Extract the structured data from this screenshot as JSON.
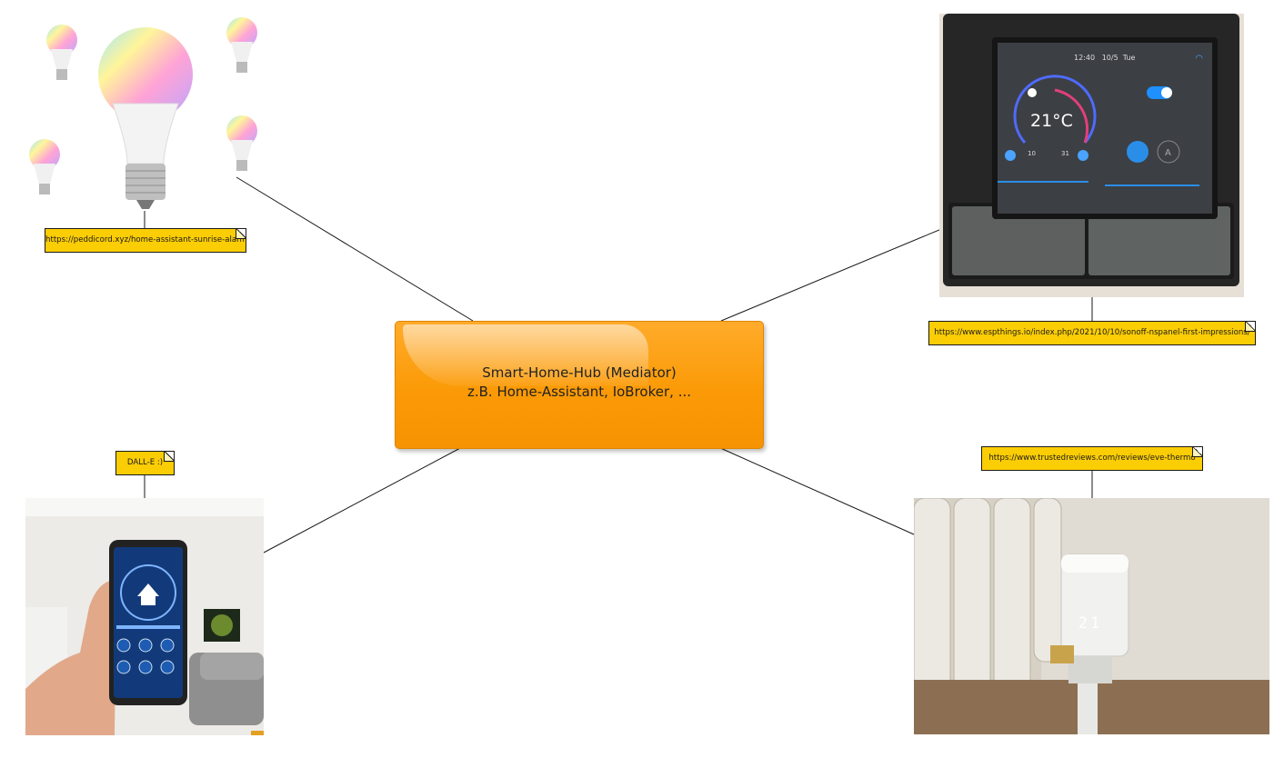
{
  "hub": {
    "line1": "Smart-Home-Hub (Mediator)",
    "line2": "z.B. Home-Assistant, IoBroker, ..."
  },
  "notes": {
    "bulbs": "https://peddicord.xyz/home-assistant-sunrise-alarm",
    "panel": "https://www.espthings.io/index.php/2021/10/10/sonoff-nspanel-first-impressions/",
    "phone": "DALL-E :)",
    "thermostat": "https://www.trustedreviews.com/reviews/eve-thermo"
  },
  "panel_screen": {
    "time": "12:40",
    "date": "10/5",
    "day": "Tue",
    "temperature": "21°C",
    "min": "10",
    "max": "31"
  },
  "thermostat_display": "21",
  "colors": {
    "hub": "#fb9a06",
    "note": "#fbcd05",
    "wire": "#1a1a1a"
  }
}
